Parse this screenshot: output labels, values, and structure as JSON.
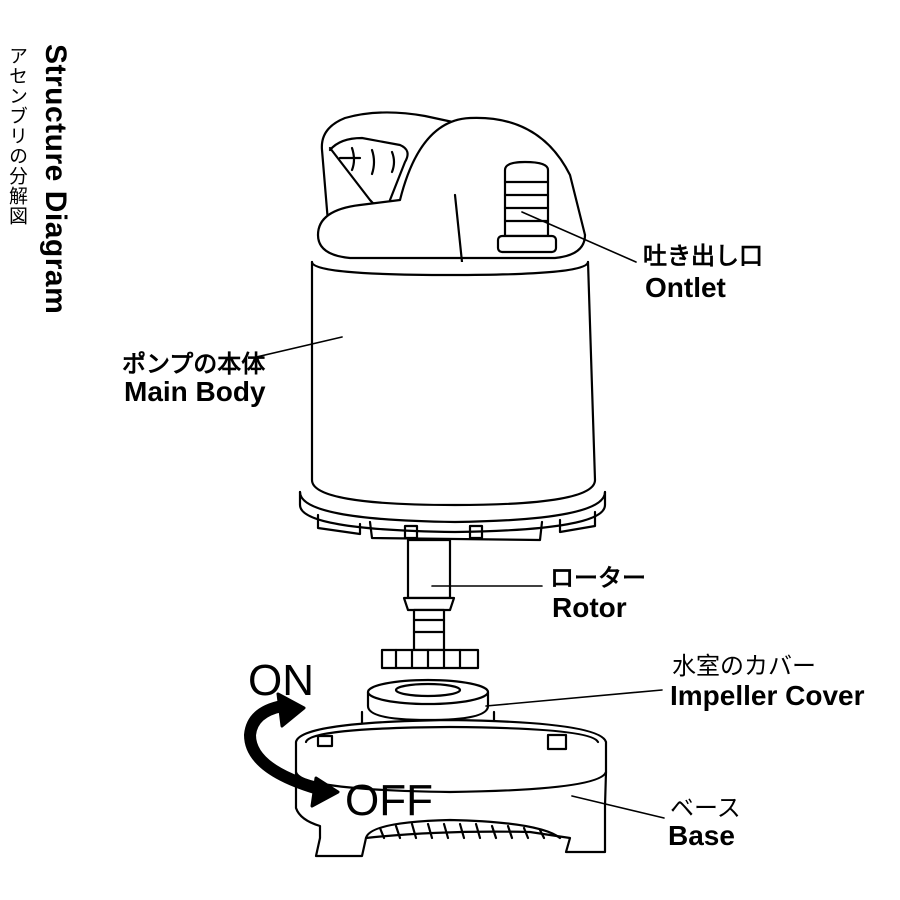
{
  "title": {
    "en": "Structure Diagram",
    "jp": "アセンブリの分解図"
  },
  "parts": {
    "outlet": {
      "jp": "吐き出し口",
      "en": "Ontlet"
    },
    "main_body": {
      "jp": "ポンプの本体",
      "en": "Main Body"
    },
    "rotor": {
      "jp": "ローター",
      "en": "Rotor"
    },
    "impeller_cover": {
      "jp": "水室のカバー",
      "en": "Impeller Cover"
    },
    "base": {
      "jp": "ベース",
      "en": "Base"
    }
  },
  "switch": {
    "on": "ON",
    "off": "OFF"
  }
}
